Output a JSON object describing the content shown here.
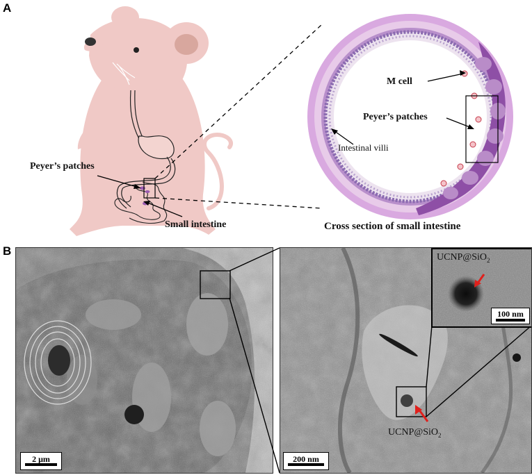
{
  "panel_a": {
    "letter": "A",
    "labels": {
      "peyers_patches_left": "Peyer’s patches",
      "small_intestine": "Small intestine",
      "m_cell": "M cell",
      "peyers_patches_right": "Peyer’s patches",
      "intestinal_villi": "Intestinal villi",
      "cross_section_caption": "Cross section of small intestine"
    }
  },
  "panel_b": {
    "letter": "B",
    "scale_left": "2 μm",
    "scale_right": "200 nm",
    "scale_inset": "100 nm",
    "nanoparticle_label": "UCNP@SiO",
    "nanoparticle_subscript": "2"
  },
  "colors": {
    "mouse_body": "#f0c9c6",
    "mucosa_purple": "#d9a9e0",
    "patch_purple": "#9a5bb0",
    "arrow_red": "#e0201c"
  }
}
